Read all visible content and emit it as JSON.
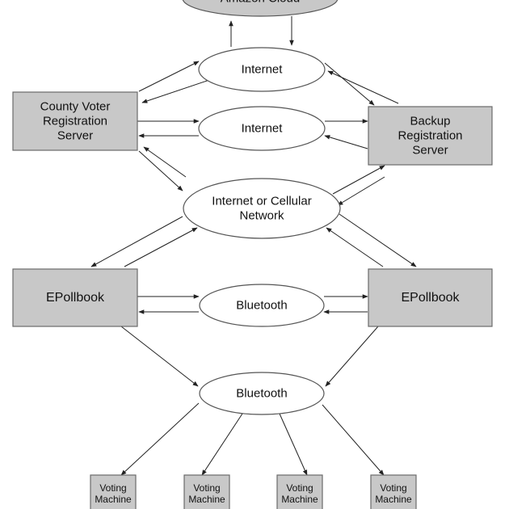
{
  "nodes": {
    "amazon_cloud": {
      "label": "Amazon Cloud"
    },
    "internet_top": {
      "label": "Internet"
    },
    "internet_mid": {
      "label": "Internet"
    },
    "county_server": {
      "label": [
        "County Voter",
        "Registration",
        "Server"
      ]
    },
    "backup_server": {
      "label": [
        "Backup",
        "Registration",
        "Server"
      ]
    },
    "cellular_network": {
      "label": [
        "Internet or Cellular",
        "Network"
      ]
    },
    "epollbook_left": {
      "label": "EPollbook"
    },
    "epollbook_right": {
      "label": "EPollbook"
    },
    "bluetooth_mid": {
      "label": "Bluetooth"
    },
    "bluetooth_low": {
      "label": "Bluetooth"
    },
    "voting_machine_1": {
      "label": [
        "Voting",
        "Machine"
      ]
    },
    "voting_machine_2": {
      "label": [
        "Voting",
        "Machine"
      ]
    },
    "voting_machine_3": {
      "label": [
        "Voting",
        "Machine"
      ]
    },
    "voting_machine_4": {
      "label": [
        "Voting",
        "Machine"
      ]
    }
  },
  "colors": {
    "box_fill": "#c8c8c8",
    "ellipse_fill": "#ffffff",
    "stroke": "#555555",
    "arrow": "#222222"
  }
}
